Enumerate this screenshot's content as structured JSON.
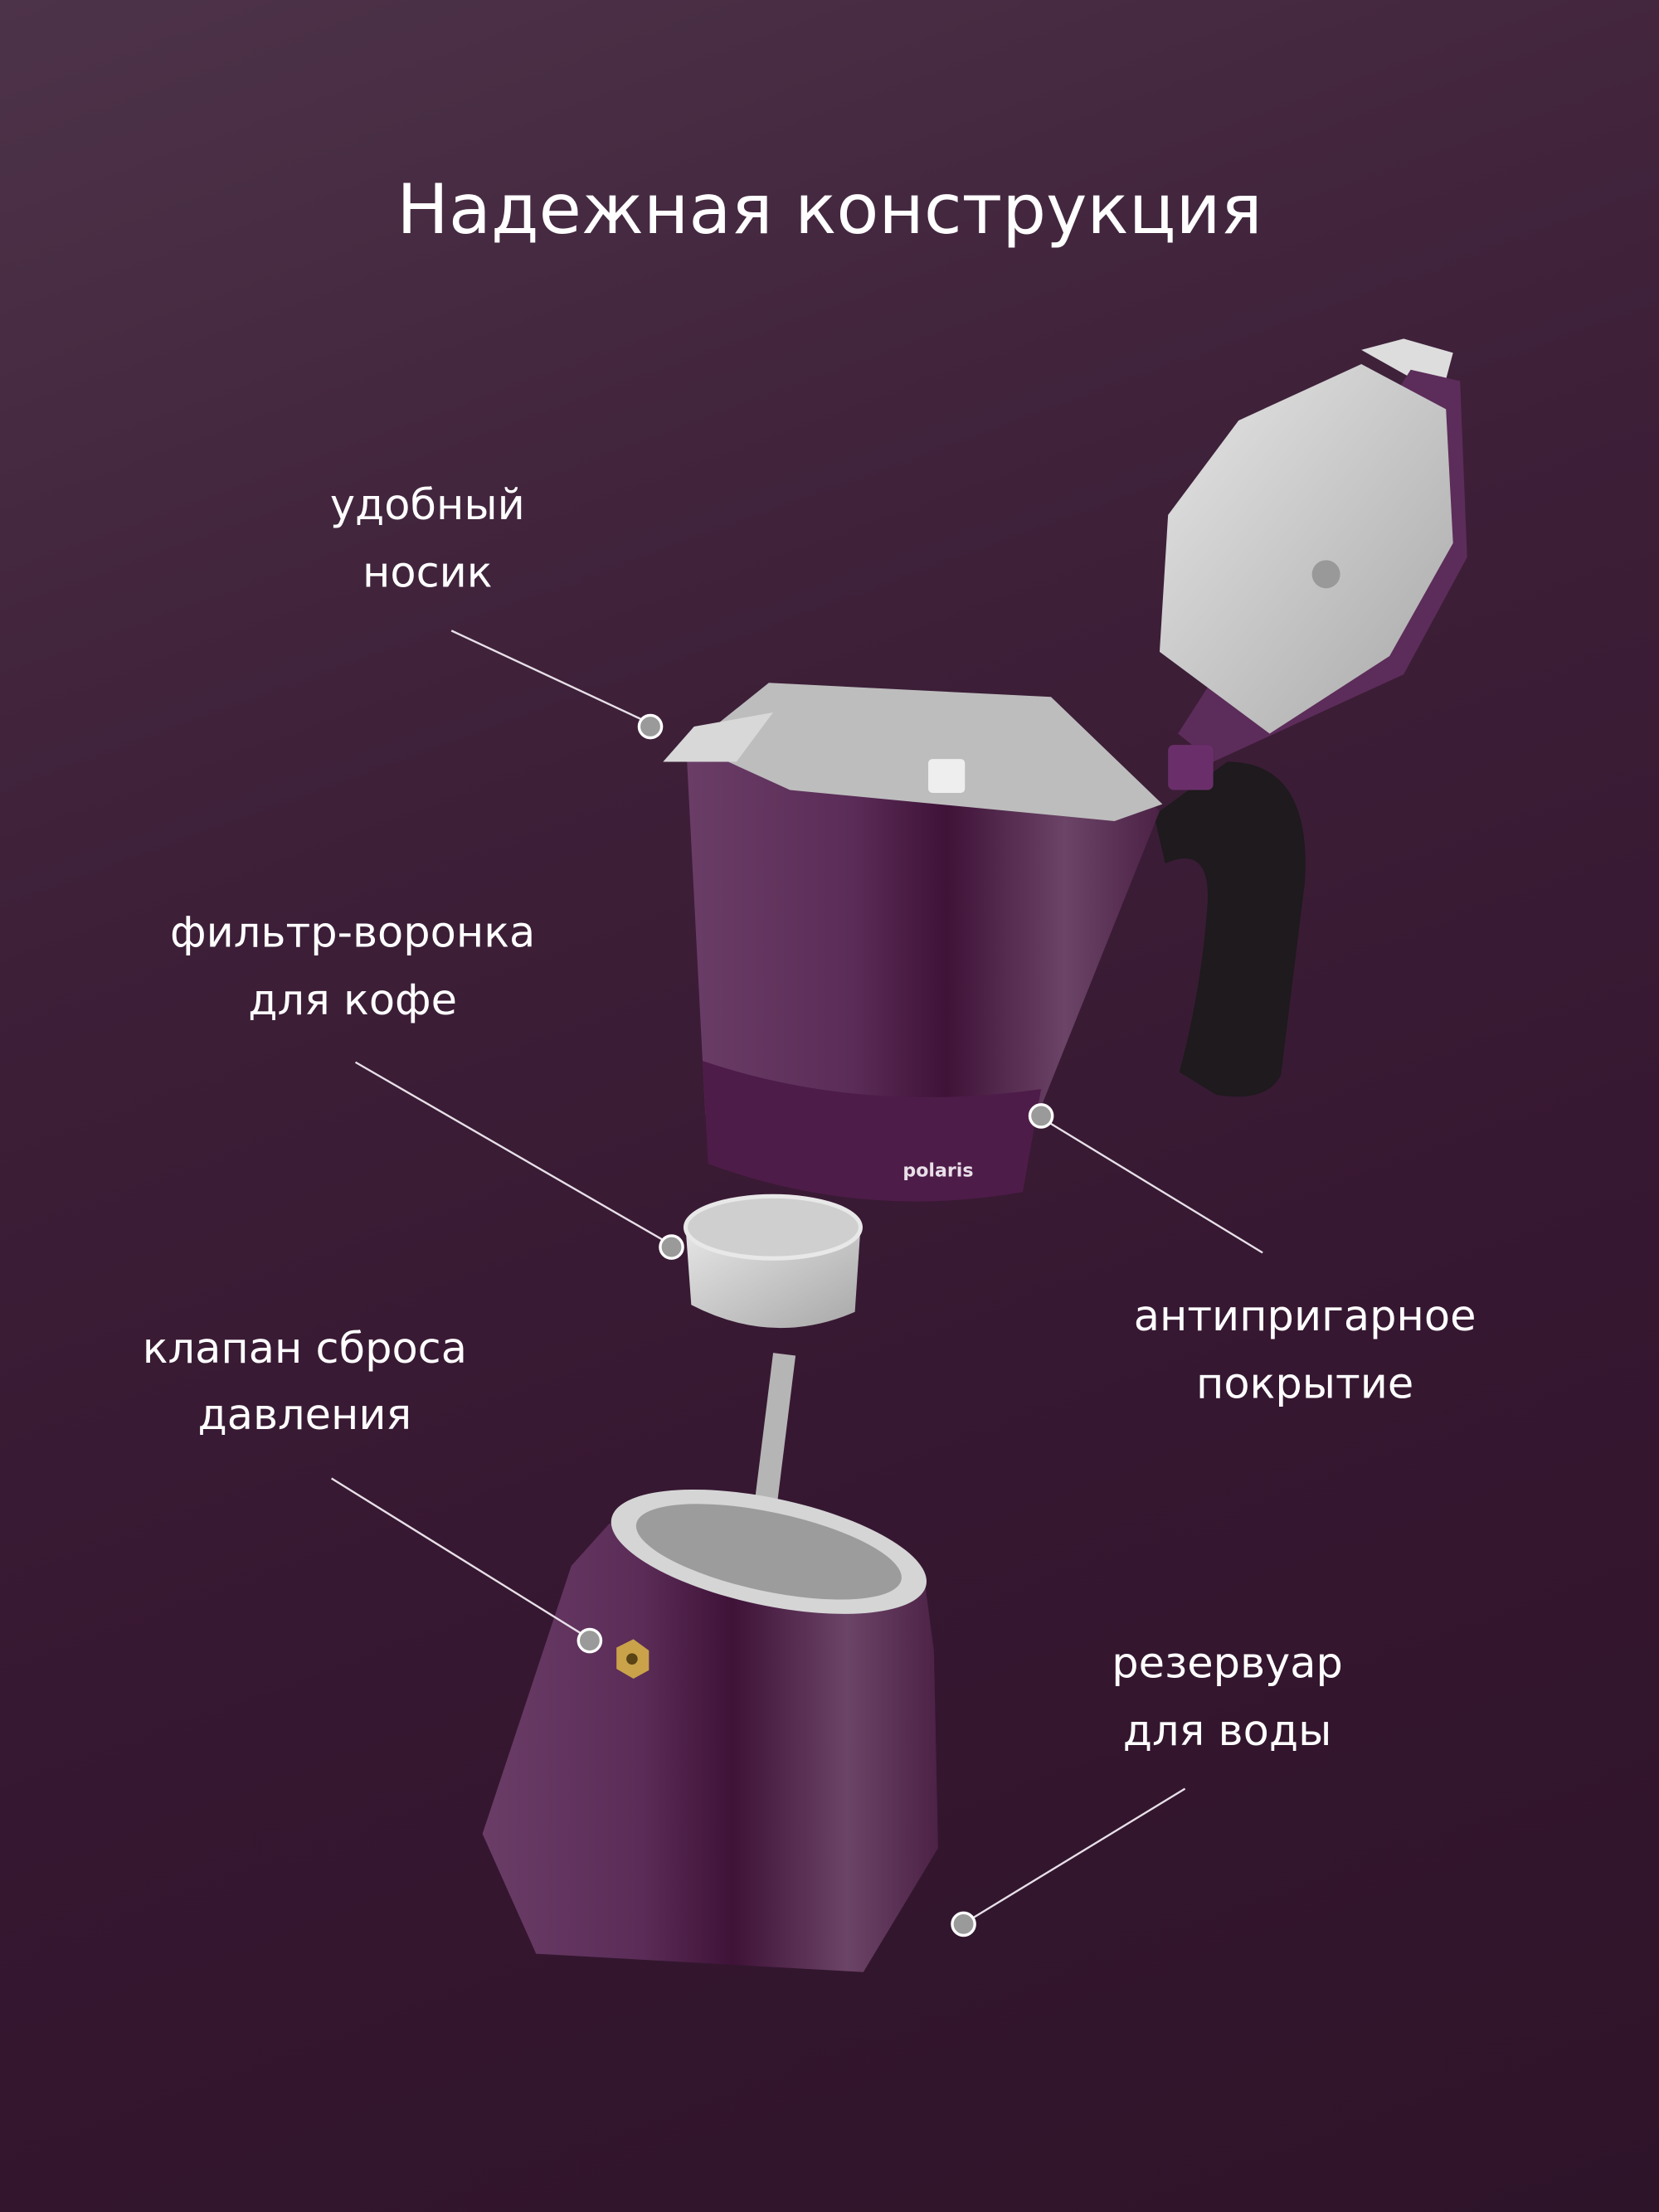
{
  "title": "Надежная конструкция",
  "brand_logo": "polaris",
  "callouts": [
    {
      "line1": "удобный",
      "line2": "носик"
    },
    {
      "line1": "фильтр-воронка",
      "line2": "для кофе"
    },
    {
      "line1": "клапан сброса",
      "line2": "давления"
    },
    {
      "line1": "антипригарное",
      "line2": "покрытие"
    },
    {
      "line1": "резервуар",
      "line2": "для воды"
    }
  ],
  "colors": {
    "background": "#3a1a34",
    "body": "#5e2f5a",
    "accent": "#ffffff",
    "aluminum": "#c9c9c9"
  }
}
